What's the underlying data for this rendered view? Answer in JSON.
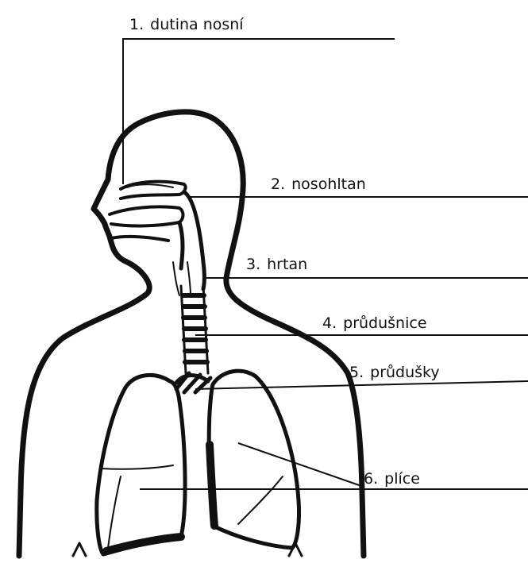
{
  "labels": [
    {
      "number": "1.",
      "text": "dutina nosní"
    },
    {
      "number": "2.",
      "text": "nosohltan"
    },
    {
      "number": "3.",
      "text": "hrtan"
    },
    {
      "number": "4.",
      "text": "průdušnice"
    },
    {
      "number": "5.",
      "text": "průdušky"
    },
    {
      "number": "6.",
      "text": "plíce"
    }
  ],
  "colors": {
    "ink": "#111111",
    "background": "#ffffff"
  }
}
